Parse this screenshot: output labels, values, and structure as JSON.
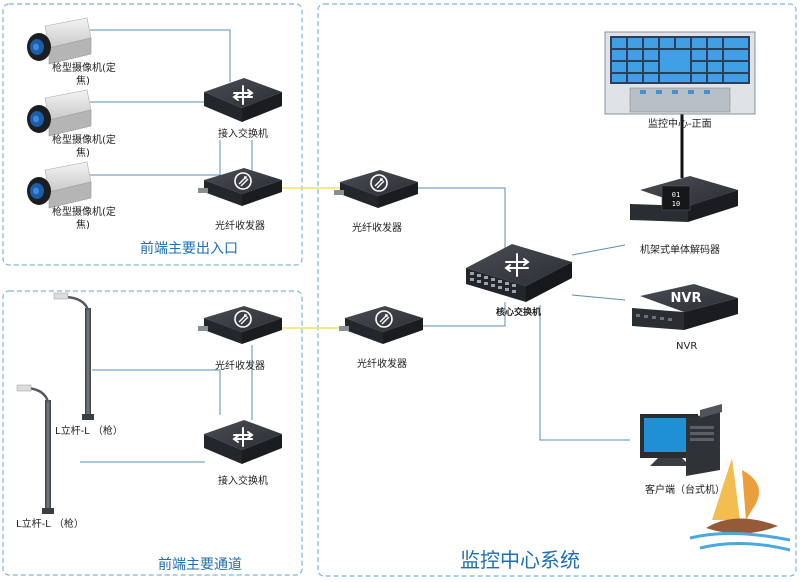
{
  "regions": {
    "entrance": "前端主要出入口",
    "channel": "前端主要通道",
    "center": "监控中心系统"
  },
  "devices": {
    "cam1": [
      "枪型摄像机(定",
      "焦)"
    ],
    "cam2": [
      "枪型摄像机(定",
      "焦)"
    ],
    "cam3": [
      "枪型摄像机(定",
      "焦)"
    ],
    "access_switch_top": "接入交换机",
    "fiber_top_left": "光纤收发器",
    "fiber_top_right": "光纤收发器",
    "fiber_bottom_left": "光纤收发器",
    "fiber_bottom_right": "光纤收发器",
    "access_switch_bottom": "接入交换机",
    "core_switch": "核心交换机",
    "video_wall": "监控中心-正面",
    "decoder": "机架式单体解码器",
    "decoder_screen": [
      "01",
      "10"
    ],
    "nvr": "NVR",
    "nvr_face": "NVR",
    "client": "客户端（台式机）",
    "pole1": "L立杆-L （枪）",
    "pole2": "L立杆-L （枪）"
  },
  "colors": {
    "region_border": "#7fb8dc",
    "region_title": "#1e6fb5",
    "link": "#5a8fb8",
    "fiber_link": "#f2e36a",
    "device_dark": "#2f3237"
  }
}
